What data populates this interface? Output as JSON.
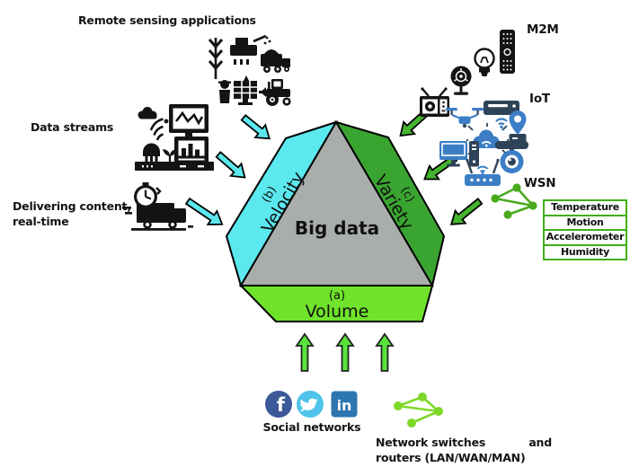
{
  "labels": {
    "remote_sensing": "Remote sensing applications",
    "data_streams": "Data streams",
    "delivering_line1": "Delivering content,",
    "delivering_line2": "real-time",
    "m2m": "M2M",
    "iot": "IoT",
    "wsn": "WSN",
    "social_networks": "Social networks",
    "network_switches_left": "Network switches",
    "network_switches_right": "and",
    "network_switches_line2": "routers (LAN/WAN/MAN)"
  },
  "triangle": {
    "center_label": "Big data",
    "volume_tag": "(a)",
    "volume_label": "Volume",
    "velocity_tag": "(b)",
    "velocity_label": "Velocity",
    "variety_tag": "(c)",
    "variety_label": "Variety"
  },
  "wsn_table": {
    "rows": [
      "Temperature",
      "Motion",
      "Accelerometer",
      "Humidity"
    ]
  },
  "social": {
    "facebook_glyph": "f",
    "linkedin_glyph": "in"
  },
  "icons": {
    "remote_sensing_group": [
      "wheat-icon",
      "harvester-icon",
      "dump-truck-icon",
      "sensor-icon",
      "farm-monitor-icon",
      "speaker-icon",
      "tractor-icon"
    ],
    "data_streams_group": [
      "cloud-icon",
      "line-chart-monitor-icon",
      "wifi-signal-icon",
      "soil-sensor-icon",
      "plant-icon",
      "bar-chart-monitor-icon",
      "ground-icon"
    ],
    "delivering_group": [
      "clock-icon",
      "delivery-truck-icon"
    ],
    "m2m_group": [
      "remote-control-icon",
      "light-bulb-icon",
      "fan-icon",
      "tv-icon"
    ],
    "iot_group": [
      "printer-icon",
      "drone-icon",
      "location-pin-icon",
      "iot-cloud-icon",
      "desktop-computer-icon",
      "security-camera-icon",
      "router-icon"
    ],
    "wsn_group": [
      "sensor-network-graph-icon"
    ],
    "social_group": [
      "facebook-icon",
      "twitter-icon",
      "linkedin-icon"
    ],
    "network_group": [
      "network-graph-icon"
    ]
  },
  "colors": {
    "velocity_band": "#5ce8ef",
    "variety_band": "#3aa431",
    "volume_band": "#6fe32a",
    "triangle_fill": "#a9aeab",
    "cyan_arrow": "#5ce8ef",
    "green_arrow": "#45b42e",
    "up_arrow": "#57e33c",
    "iot_blue": "#3b7ec6",
    "iot_navy": "#2f4358",
    "wsn_green": "#4aaa1d",
    "switch_green": "#7ed829",
    "facebook_blue": "#3b5998",
    "twitter_blue": "#4fc3e9",
    "linkedin_blue": "#2d76b0",
    "table_border": "#3fae1c"
  }
}
